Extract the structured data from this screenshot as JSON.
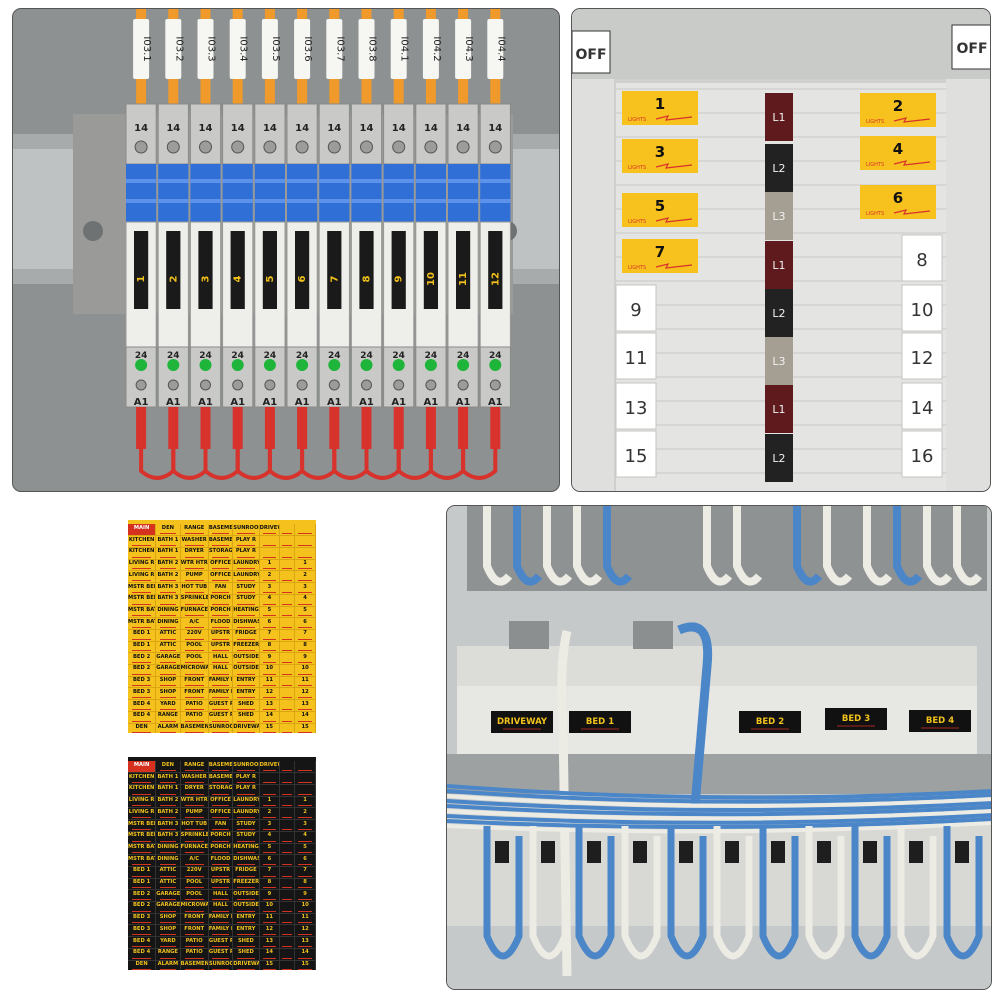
{
  "panel_a": {
    "wire_markers": [
      "I03.1",
      "I03.2",
      "I03.3",
      "I03.4",
      "I03.5",
      "I03.6",
      "I03.7",
      "I03.8",
      "I04.1",
      "I04.2",
      "I04.3",
      "I04.4"
    ],
    "terminal_top": "14",
    "terminal_bottom": "24",
    "terminal_a1": "A1",
    "relay_numbers": [
      "1",
      "2",
      "3",
      "4",
      "5",
      "6",
      "7",
      "8",
      "9",
      "10",
      "11",
      "12"
    ],
    "led_color": "#1fb43a",
    "label_color": "#f2c21b"
  },
  "panel_b": {
    "off_left": "OFF",
    "off_right": "OFF",
    "tag_word": "LIGHTS",
    "yellow_tags_left": [
      "1",
      "3",
      "5",
      "7"
    ],
    "yellow_tags_right": [
      "2",
      "4",
      "6"
    ],
    "phase_labels": [
      "L1",
      "L2",
      "L3",
      "L1",
      "L2",
      "L3",
      "L1",
      "L2"
    ],
    "white_left": [
      "9",
      "11",
      "13",
      "15"
    ],
    "white_right": [
      "8",
      "10",
      "12",
      "14",
      "16"
    ]
  },
  "sheet_yellow": {
    "rows": [
      [
        "MAIN",
        "DEN",
        "RANGE",
        "BASEMENT",
        "SUNROOM",
        "DRIVEWAY",
        "",
        ""
      ],
      [
        "KITCHEN",
        "BATH 1",
        "WASHER",
        "BASEMENT",
        "PLAY R",
        "",
        "",
        ""
      ],
      [
        "KITCHEN",
        "BATH 1",
        "DRYER",
        "STORAGE",
        "PLAY R",
        "",
        "",
        ""
      ],
      [
        "LIVING R",
        "BATH 2",
        "WTR HTR",
        "OFFICE",
        "LAUNDRY",
        "1",
        "",
        "1"
      ],
      [
        "LIVING R",
        "BATH 2",
        "PUMP",
        "OFFICE",
        "LAUNDRY",
        "2",
        "",
        "2"
      ],
      [
        "MSTR BED",
        "BATH 3",
        "HOT TUB",
        "FAN",
        "STUDY",
        "3",
        "",
        "3"
      ],
      [
        "MSTR BED",
        "BATH 3",
        "SPRINKLERS",
        "PORCH",
        "STUDY",
        "4",
        "",
        "4"
      ],
      [
        "MSTR BATH",
        "DINING",
        "FURNACE",
        "PORCH",
        "HEATING",
        "5",
        "",
        "5"
      ],
      [
        "MSTR BATH",
        "DINING",
        "A/C",
        "FLOOD",
        "DISHWASHER",
        "6",
        "",
        "6"
      ],
      [
        "BED 1",
        "ATTIC",
        "220V",
        "UPSTR",
        "FRIDGE",
        "7",
        "",
        "7"
      ],
      [
        "BED 1",
        "ATTIC",
        "POOL",
        "UPSTR",
        "FREEZER",
        "8",
        "",
        "8"
      ],
      [
        "BED 2",
        "GARAGE",
        "POOL",
        "HALL",
        "OUTSIDE",
        "9",
        "",
        "9"
      ],
      [
        "BED 2",
        "GARAGE",
        "MICROWAVE",
        "HALL",
        "OUTSIDE",
        "10",
        "",
        "10"
      ],
      [
        "BED 3",
        "SHOP",
        "FRONT",
        "FAMILY R",
        "ENTRY",
        "11",
        "",
        "11"
      ],
      [
        "BED 3",
        "SHOP",
        "FRONT",
        "FAMILY R",
        "ENTRY",
        "12",
        "",
        "12"
      ],
      [
        "BED 4",
        "YARD",
        "PATIO",
        "GUEST R",
        "SHED",
        "13",
        "",
        "13"
      ],
      [
        "BED 4",
        "RANGE",
        "PATIO",
        "GUEST R",
        "SHED",
        "14",
        "",
        "14"
      ],
      [
        "DEN",
        "ALARM",
        "BASEMENT",
        "SUNROOM",
        "DRIVEWAY",
        "15",
        "",
        "15"
      ]
    ],
    "colors": {
      "sheet": "#f5c21d",
      "text": "#111111",
      "accent": "#d6311e"
    }
  },
  "sheet_black": {
    "rows": [
      [
        "MAIN",
        "DEN",
        "RANGE",
        "BASEMENT",
        "SUNROOM",
        "DRIVEWAY",
        "",
        ""
      ],
      [
        "KITCHEN",
        "BATH 1",
        "WASHER",
        "BASEMENT",
        "PLAY R",
        "",
        "",
        ""
      ],
      [
        "KITCHEN",
        "BATH 1",
        "DRYER",
        "STORAGE",
        "PLAY R",
        "",
        "",
        ""
      ],
      [
        "LIVING R",
        "BATH 2",
        "WTR HTR",
        "OFFICE",
        "LAUNDRY",
        "1",
        "",
        "1"
      ],
      [
        "LIVING R",
        "BATH 2",
        "PUMP",
        "OFFICE",
        "LAUNDRY",
        "2",
        "",
        "2"
      ],
      [
        "MSTR BED",
        "BATH 3",
        "HOT TUB",
        "FAN",
        "STUDY",
        "3",
        "",
        "3"
      ],
      [
        "MSTR BED",
        "BATH 3",
        "SPRINKLERS",
        "PORCH",
        "STUDY",
        "4",
        "",
        "4"
      ],
      [
        "MSTR BATH",
        "DINING",
        "FURNACE",
        "PORCH",
        "HEATING",
        "5",
        "",
        "5"
      ],
      [
        "MSTR BATH",
        "DINING",
        "A/C",
        "FLOOD",
        "DISHWASHER",
        "6",
        "",
        "6"
      ],
      [
        "BED 1",
        "ATTIC",
        "220V",
        "UPSTR",
        "FRIDGE",
        "7",
        "",
        "7"
      ],
      [
        "BED 1",
        "ATTIC",
        "POOL",
        "UPSTR",
        "FREEZER",
        "8",
        "",
        "8"
      ],
      [
        "BED 2",
        "GARAGE",
        "POOL",
        "HALL",
        "OUTSIDE",
        "9",
        "",
        "9"
      ],
      [
        "BED 2",
        "GARAGE",
        "MICROWAVE",
        "HALL",
        "OUTSIDE",
        "10",
        "",
        "10"
      ],
      [
        "BED 3",
        "SHOP",
        "FRONT",
        "FAMILY R",
        "ENTRY",
        "11",
        "",
        "11"
      ],
      [
        "BED 3",
        "SHOP",
        "FRONT",
        "FAMILY R",
        "ENTRY",
        "12",
        "",
        "12"
      ],
      [
        "BED 4",
        "YARD",
        "PATIO",
        "GUEST R",
        "SHED",
        "13",
        "",
        "13"
      ],
      [
        "BED 4",
        "RANGE",
        "PATIO",
        "GUEST R",
        "SHED",
        "14",
        "",
        "14"
      ],
      [
        "DEN",
        "ALARM",
        "BASEMENT",
        "SUNROOM",
        "DRIVEWAY",
        "15",
        "",
        "15"
      ]
    ],
    "colors": {
      "sheet": "#151515",
      "text": "#f1c21c",
      "accent": "#d6311e"
    }
  },
  "panel_d": {
    "breaker_labels": [
      "DRIVEWAY",
      "BED 1",
      "BED 2",
      "BED 3",
      "BED 4"
    ]
  }
}
